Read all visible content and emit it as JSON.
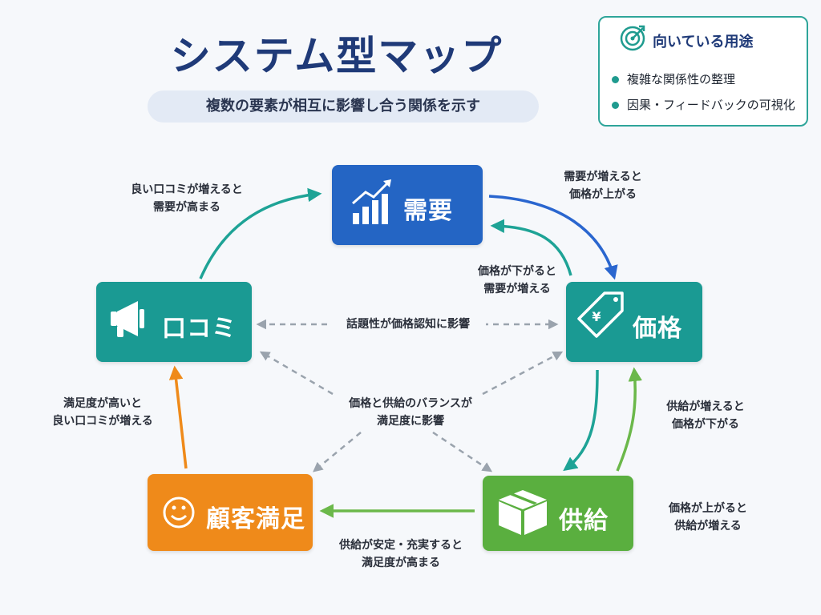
{
  "title": "システム型マップ",
  "subtitle": "複数の要素が相互に影響し合う関係を示す",
  "use_cases": {
    "heading": "向いている用途",
    "items": [
      "複雑な関係性の整理",
      "因果・フィードバックの可視化"
    ]
  },
  "nodes": {
    "demand": "需要",
    "price": "価格",
    "supply": "供給",
    "satisfaction": "顧客満足",
    "wom": "口コミ"
  },
  "relations": {
    "wom_to_demand": [
      "良い口コミが増えると",
      "需要が高まる"
    ],
    "demand_to_price": [
      "需要が増えると",
      "価格が上がる"
    ],
    "price_to_demand": [
      "価格が下がると",
      "需要が増える"
    ],
    "wom_price": [
      "話題性が価格認知に影響"
    ],
    "balance": [
      "価格と供給のバランスが",
      "満足度に影響"
    ],
    "satisfaction_to_wom": [
      "満足度が高いと",
      "良い口コミが増える"
    ],
    "supply_to_price": [
      "供給が増えると",
      "価格が下がる"
    ],
    "price_to_supply": [
      "価格が上がると",
      "供給が増える"
    ],
    "supply_to_satisfaction": [
      "供給が安定・充実すると",
      "満足度が高まる"
    ]
  },
  "colors": {
    "title": "#1f3a78",
    "demand": "#2465c4",
    "price": "#1a9a93",
    "wom": "#1a9a93",
    "supply": "#5aaf3f",
    "satisfaction": "#ef8a1a",
    "teal_arrow": "#1ea396",
    "blue_arrow": "#2a66cf",
    "green_arrow": "#6bb84a",
    "orange_arrow": "#ef8a1a",
    "dashed_arrow": "#9aa3ad"
  }
}
